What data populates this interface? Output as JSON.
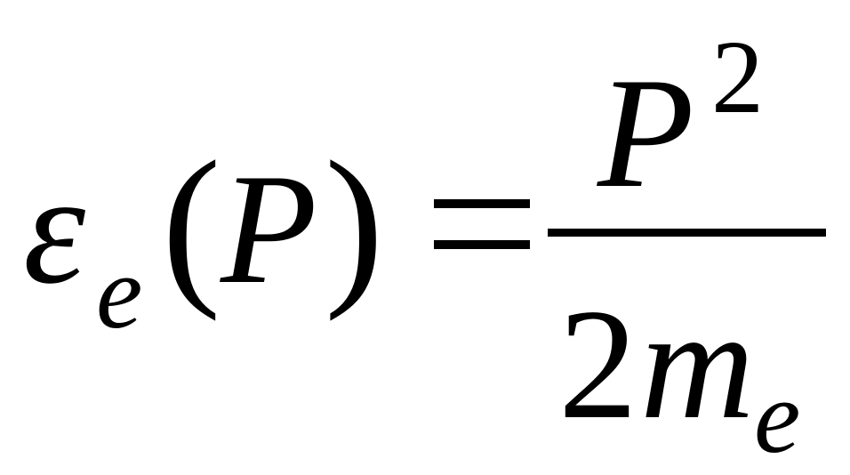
{
  "equation": {
    "lhs": {
      "symbol": "ε",
      "subscript": "e",
      "open_paren": "(",
      "argument": "P",
      "close_paren": ")"
    },
    "relation": "=",
    "rhs": {
      "numerator": {
        "base": "P",
        "exponent": "2"
      },
      "denominator": {
        "coefficient": "2",
        "variable": "m",
        "subscript": "e"
      }
    }
  }
}
